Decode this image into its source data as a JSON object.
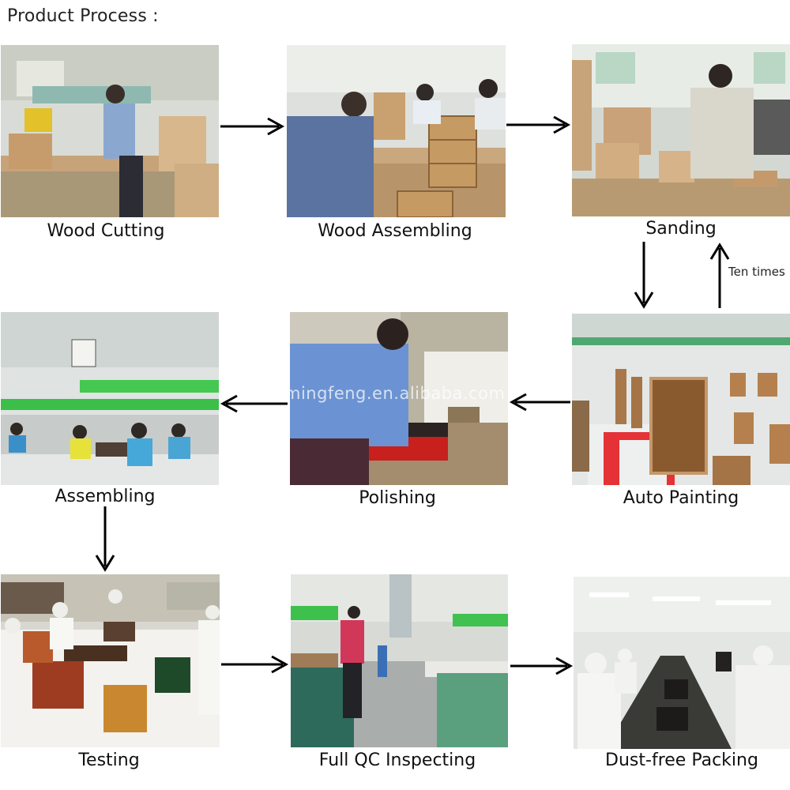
{
  "heading": "Product Process :",
  "steps": [
    {
      "label": "Wood Cutting",
      "photo": "factory-photo-saw-cutting"
    },
    {
      "label": "Wood Assembling",
      "photo": "factory-photo-box-assembly"
    },
    {
      "label": "Sanding",
      "photo": "factory-photo-sanding"
    },
    {
      "label": "Auto Painting",
      "photo": "factory-photo-spray-line"
    },
    {
      "label": "Polishing",
      "photo": "factory-photo-polishing"
    },
    {
      "label": "Assembling",
      "photo": "factory-photo-assembly-hall"
    },
    {
      "label": "Testing",
      "photo": "factory-photo-testing-table"
    },
    {
      "label": "Full QC Inspecting",
      "photo": "factory-photo-qc-line"
    },
    {
      "label": "Dust-free Packing",
      "photo": "factory-photo-cleanroom-packing"
    }
  ],
  "loop_label": "Ten times",
  "watermark": "mingfeng.en.alibaba.com",
  "colors": {
    "arrow": "#000000",
    "text": "#111111"
  }
}
